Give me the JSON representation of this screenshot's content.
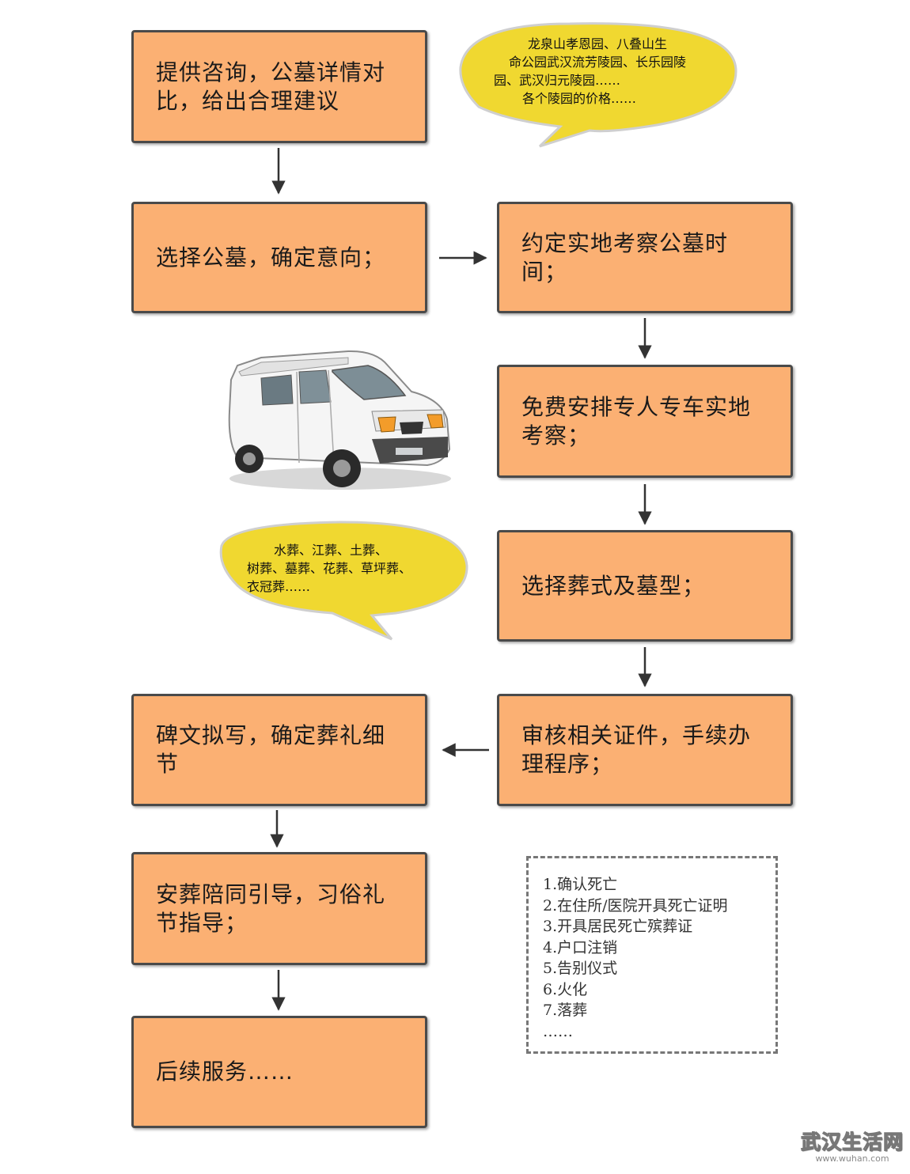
{
  "steps": {
    "consult": "提供咨询，公墓详情对比，给出合理建议",
    "choose": "选择公墓，确定意向；",
    "schedule": "约定实地考察公墓时间；",
    "free_car": "免费安排专人专车实地考察；",
    "burial_type": "选择葬式及墓型；",
    "review": "审核相关证件，手续办理程序；",
    "epitaph": "碑文拟写，确定葬礼细节",
    "guide": "安葬陪同引导，习俗礼节指导；",
    "after": "后续服务……"
  },
  "bubble_top": {
    "line1": "龙泉山孝恩园、八叠山生",
    "line2": "命公园武汉流芳陵园、长乐园陵",
    "line3": "园、武汉归元陵园……",
    "line4": "各个陵园的价格……"
  },
  "bubble_mid": {
    "line1": "水葬、江葬、土葬、",
    "line2": "树葬、墓葬、花葬、草坪葬、",
    "line3": "衣冠葬……"
  },
  "checklist": [
    "1.确认死亡",
    "2.在住所/医院开具死亡证明",
    "3.开具居民死亡殡葬证",
    "4.户口注销",
    "5.告别仪式",
    "6.火化",
    "7.落葬",
    "……"
  ],
  "watermark": {
    "name": "武汉生活网",
    "url": "www.wuhan.com"
  },
  "colors": {
    "box_fill": "#fbb073",
    "bubble_fill": "#f0d830",
    "border": "#4a4a4a"
  }
}
